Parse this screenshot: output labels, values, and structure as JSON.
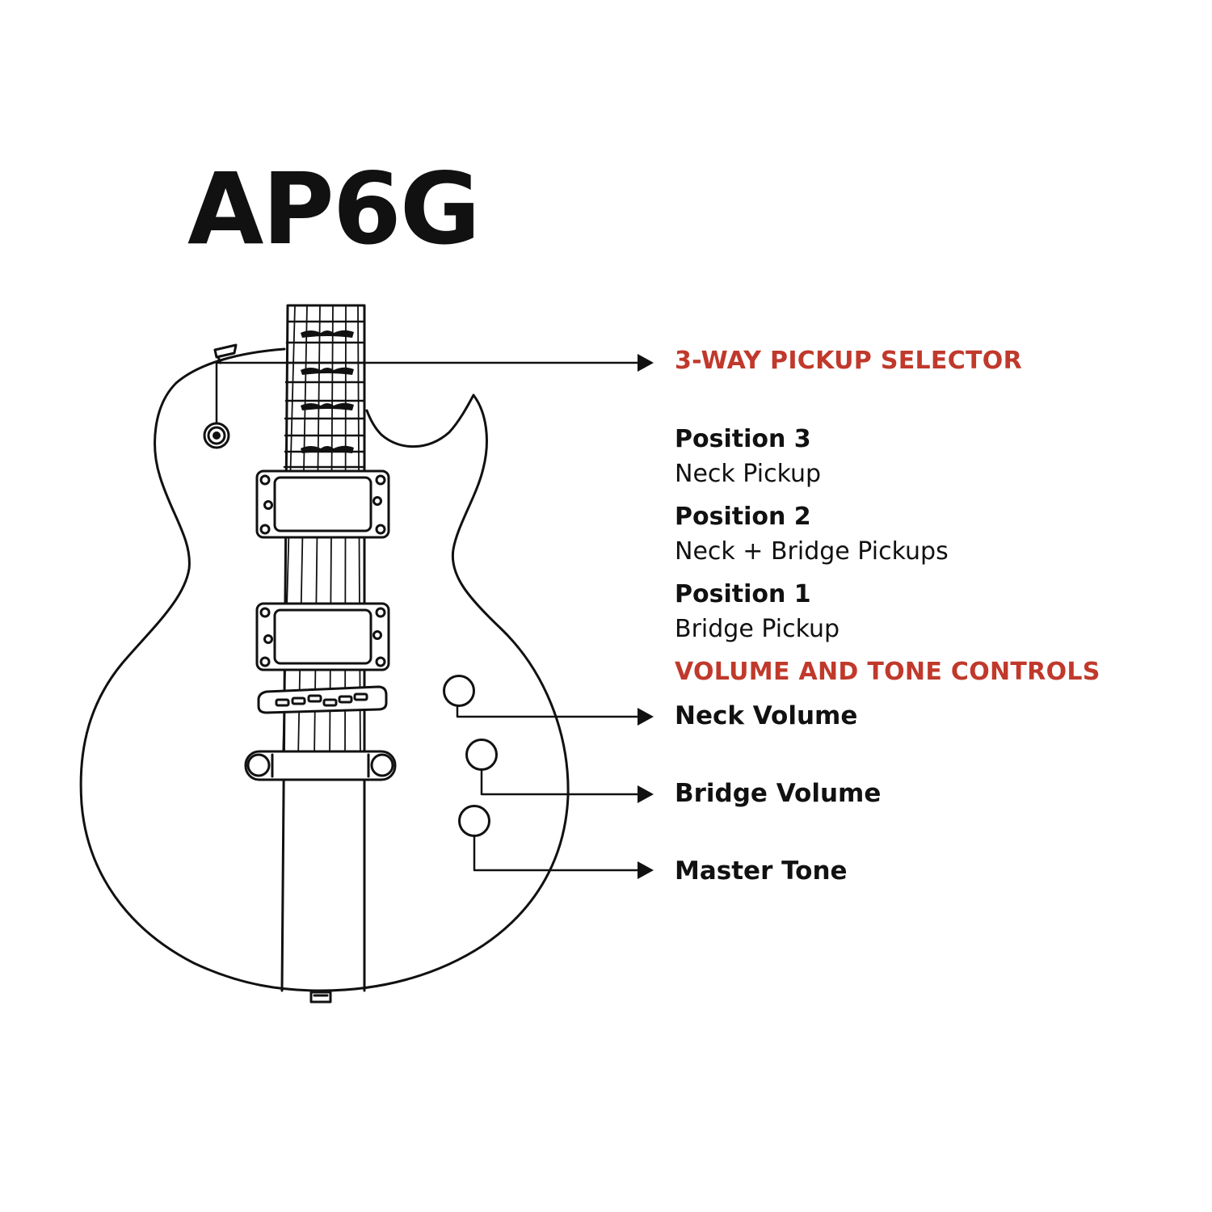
{
  "title": "AP6G",
  "colors": {
    "accent": "#c0392b",
    "ink": "#111111",
    "background": "#ffffff"
  },
  "pickup_selector": {
    "heading": "3-WAY PICKUP SELECTOR",
    "positions": [
      {
        "title": "Position 3",
        "description": "Neck Pickup"
      },
      {
        "title": "Position 2",
        "description": "Neck + Bridge Pickups"
      },
      {
        "title": "Position 1",
        "description": "Bridge Pickup"
      }
    ]
  },
  "controls": {
    "heading": "VOLUME AND TONE CONTROLS",
    "knobs": [
      {
        "label": "Neck Volume"
      },
      {
        "label": "Bridge Volume"
      },
      {
        "label": "Master Tone"
      }
    ]
  }
}
